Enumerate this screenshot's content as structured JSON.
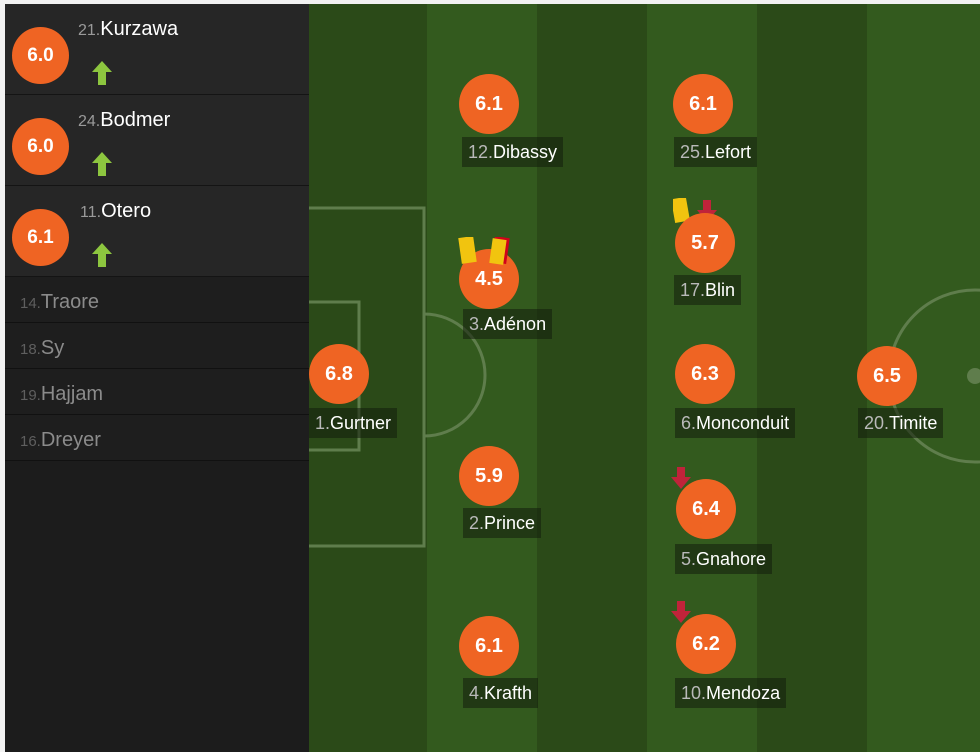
{
  "substitutes_on": [
    {
      "rating": "6.0",
      "number": "21.",
      "name": "Kurzawa",
      "icon": "arrow-up-icon"
    },
    {
      "rating": "6.0",
      "number": "24.",
      "name": "Bodmer",
      "icon": "arrow-up-icon"
    },
    {
      "rating": "6.1",
      "number": "11.",
      "name": "Otero",
      "icon": "arrow-up-icon"
    }
  ],
  "bench": [
    {
      "number": "14.",
      "name": "Traore"
    },
    {
      "number": "18.",
      "name": "Sy"
    },
    {
      "number": "19.",
      "name": "Hajjam"
    },
    {
      "number": "16.",
      "name": "Dreyer"
    }
  ],
  "players": [
    {
      "rating": "6.8",
      "number": "1. ",
      "name": "Gurtner"
    },
    {
      "rating": "4.5",
      "number": "3. ",
      "name": "Adénon",
      "icons": [
        "yellow-card-icon",
        "red-card-icon"
      ]
    },
    {
      "rating": "5.9",
      "number": "2. ",
      "name": "Prince"
    },
    {
      "rating": "6.1",
      "number": "4. ",
      "name": "Krafth"
    },
    {
      "rating": "6.1",
      "number": "12.",
      "name": "Dibassy"
    },
    {
      "rating": "6.1",
      "number": "25.",
      "name": "Lefort"
    },
    {
      "rating": "5.7",
      "number": "17.",
      "name": "Blin",
      "icons": [
        "yellow-card-icon",
        "arrow-down-icon"
      ]
    },
    {
      "rating": "6.3",
      "number": "6. ",
      "name": "Monconduit"
    },
    {
      "rating": "6.4",
      "number": "5. ",
      "name": "Gnahore",
      "icons": [
        "arrow-down-icon"
      ]
    },
    {
      "rating": "6.2",
      "number": "10.",
      "name": "Mendoza",
      "icons": [
        "arrow-down-icon"
      ]
    },
    {
      "rating": "6.5",
      "number": "20.",
      "name": "Timite"
    }
  ],
  "colors": {
    "rating_badge": "#ef6423",
    "pitch_dark": "#2b4a18",
    "pitch_light": "#345a1e",
    "yellow_card": "#f1c40f",
    "red_card": "#d0021b",
    "sub_on_arrow": "#8dc63f",
    "sub_off_arrow": "#c0233a"
  }
}
